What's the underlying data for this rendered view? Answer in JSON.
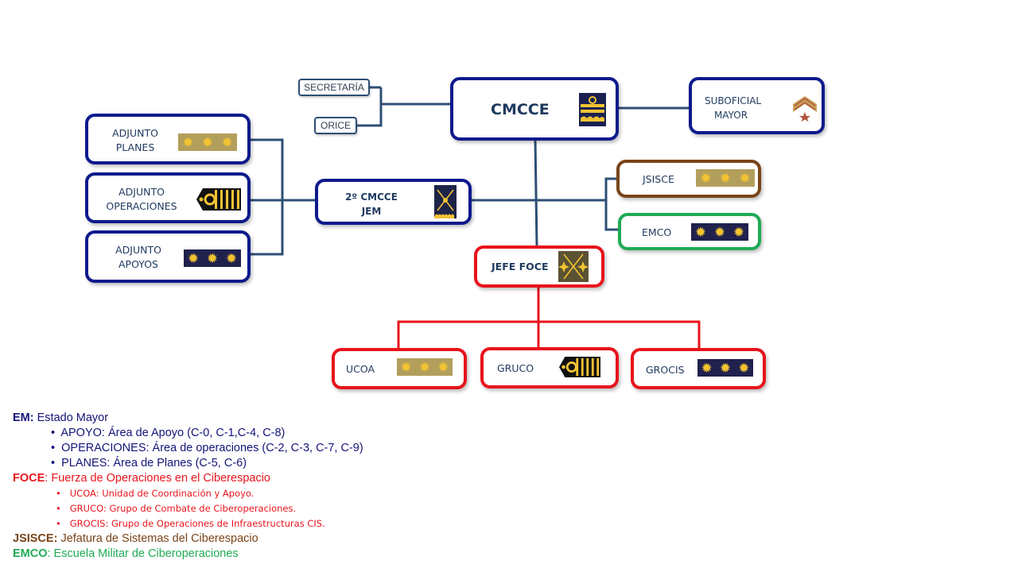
{
  "colors": {
    "em": "#0d1a8c",
    "foce": "#e8141c",
    "jsisce": "#7a4418",
    "emco": "#1faa55",
    "connector": "#2d4f74"
  },
  "nodes": {
    "secretaria": {
      "label": "SECRETARÍA"
    },
    "orice": {
      "label": "ORICE"
    },
    "cmcce": {
      "label": "CMCCE",
      "insignia": "admiral-shoulder-board-icon"
    },
    "suboficial": {
      "line1": "SUBOFICIAL",
      "line2": "MAYOR",
      "insignia": "chevron-star-icon"
    },
    "adjunto_planes": {
      "line1": "ADJUNTO",
      "line2": "PLANES",
      "insignia": "three-stars-gold-icon"
    },
    "adjunto_operaciones": {
      "line1": "ADJUNTO",
      "line2": "OPERACIONES",
      "insignia": "naval-stripes-icon"
    },
    "adjunto_apoyos": {
      "line1": "ADJUNTO",
      "line2": "APOYOS",
      "insignia": "three-stars-navy-icon"
    },
    "segundo_cmcce": {
      "line1": "2º CMCCE",
      "line2": "JEM",
      "insignia": "crossed-batons-icon"
    },
    "jsisce": {
      "label": "JSISCE",
      "insignia": "three-stars-gold-icon"
    },
    "emco": {
      "label": "EMCO",
      "insignia": "three-stars-navy-icon"
    },
    "jefe_foce": {
      "label": "JEFE FOCE",
      "insignia": "crossed-batons-stars-icon"
    },
    "ucoa": {
      "label": "UCOA",
      "insignia": "three-stars-gold-icon"
    },
    "gruco": {
      "label": "GRUCO",
      "insignia": "naval-stripes-icon"
    },
    "grocis": {
      "label": "GROCIS",
      "insignia": "three-stars-navy-icon"
    }
  },
  "legend": {
    "em": {
      "abbr": "EM:",
      "text": " Estado Mayor"
    },
    "em_items": [
      "APOYO:  Área de Apoyo (C-0, C-1,C-4, C-8)",
      "OPERACIONES:  Área de operaciones (C-2, C-3, C-7, C-9)",
      "PLANES: Área de Planes (C-5, C-6)"
    ],
    "foce": {
      "abbr": "FOCE",
      "text": ": Fuerza  de Operaciones en el Ciberespacio"
    },
    "foce_items": [
      "UCOA: Unidad de Coordinación y Apoyo.",
      "GRUCO: Grupo  de Combate de Ciberoperaciones.",
      "GROCIS: Grupo  de Operaciones de Infraestructuras  CIS."
    ],
    "jsisce": {
      "abbr": "JSISCE:",
      "text": " Jefatura  de Sistemas del Ciberespacio"
    },
    "emco": {
      "abbr": "EMCO",
      "text": ": Escuela Militar de Ciberoperaciones"
    },
    "bullet": "•"
  }
}
